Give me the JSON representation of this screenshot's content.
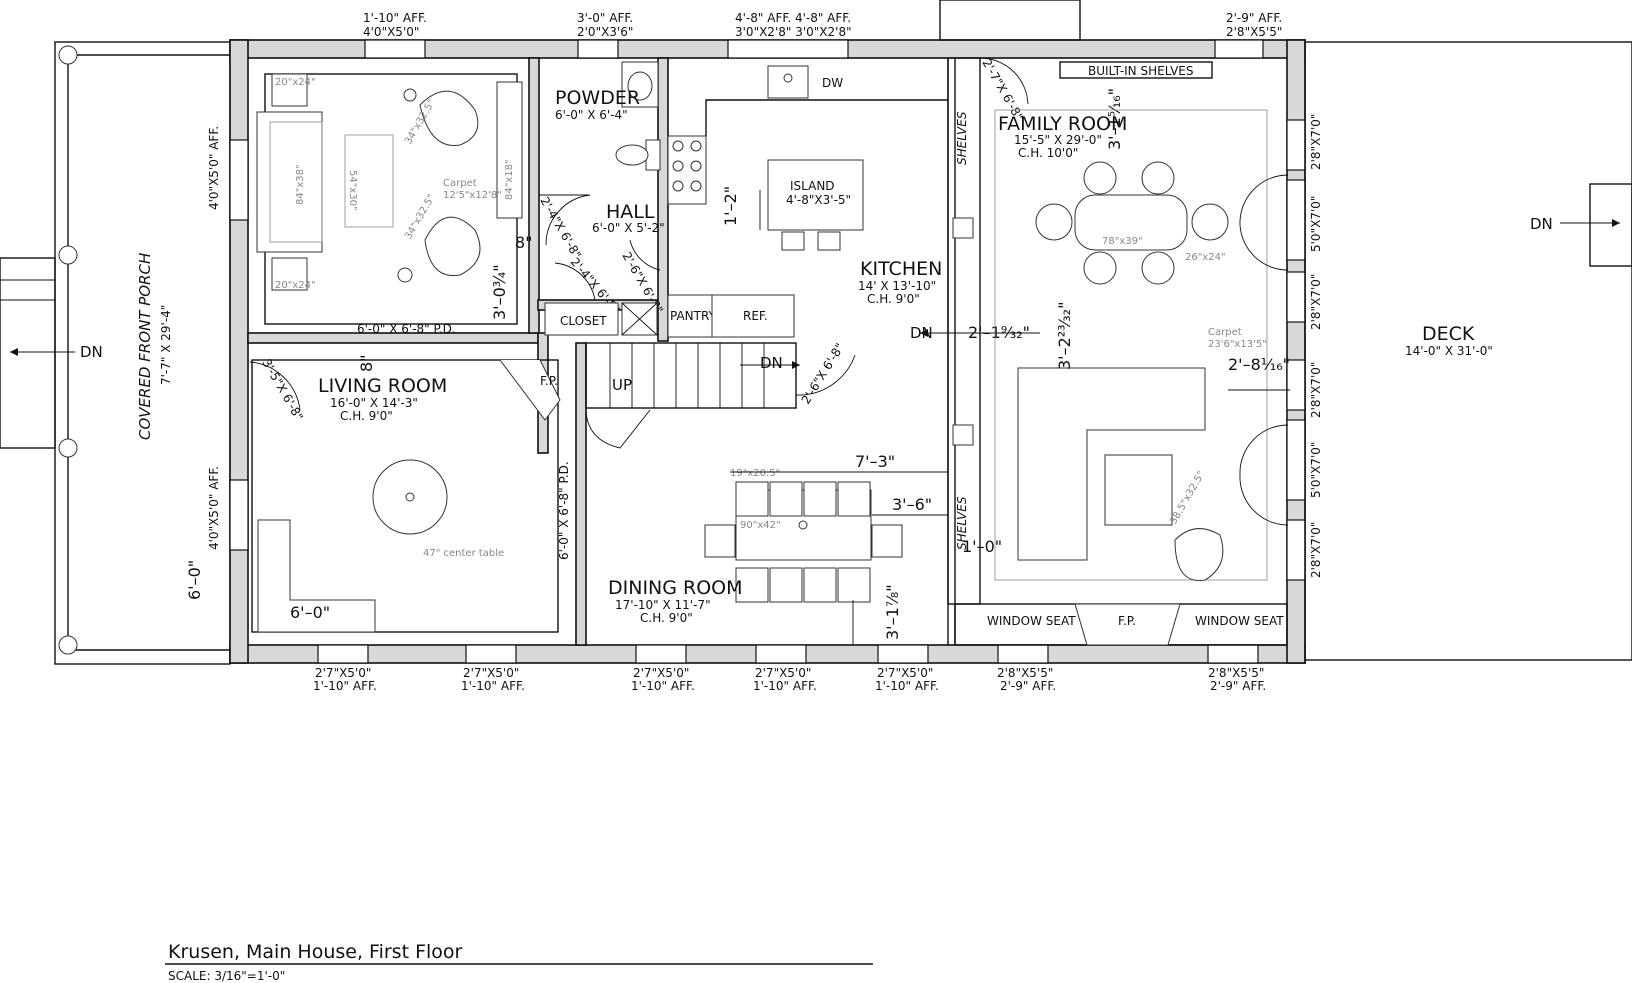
{
  "rooms": {
    "powder": {
      "name": "POWDER",
      "size": "6'-0\" X 6'-4\""
    },
    "hall": {
      "name": "HALL",
      "size": "6'-0\" X 5'-2\""
    },
    "kitchen": {
      "name": "KITCHEN",
      "size": "14' X 13'-10\"",
      "ch": "C.H. 9'0\""
    },
    "family_room": {
      "name": "FAMILY ROOM",
      "size": "15'-5\" X 29'-0\"",
      "ch": "C.H. 10'0\""
    },
    "living_room": {
      "name": "LIVING ROOM",
      "size": "16'-0\" X 14'-3\"",
      "ch": "C.H. 9'0\""
    },
    "dining_room": {
      "name": "DINING ROOM",
      "size": "17'-10\" X 11'-7\"",
      "ch": "C.H. 9'0\""
    },
    "deck": {
      "name": "DECK",
      "size": "14'-0\" X 31'-0\""
    },
    "porch": {
      "name": "COVERED FRONT PORCH",
      "size": "7'-7\" X 29'-4\""
    },
    "closet": "CLOSET",
    "pantry": "PANTRY",
    "ref": "REF.",
    "fp_living": "F.P.",
    "fp_family": "F.P.",
    "island": {
      "name": "ISLAND",
      "size": "4'-8\"X3'-5\""
    },
    "dw": "DW",
    "built_in": "BUILT-IN SHELVES",
    "shelves_top": "SHELVES",
    "shelves_bottom": "SHELVES",
    "window_seat_left": "WINDOW SEAT",
    "window_seat_right": "WINDOW SEAT"
  },
  "stairs": {
    "up": "UP",
    "dn_inner": "DN",
    "dn_porch": "DN",
    "dn_kitchen": "DN",
    "dn_deck": "DN"
  },
  "top_windows": [
    {
      "aff": "1'-10\" AFF.",
      "size": "4'0\"X5'0\""
    },
    {
      "aff": "3'-0\" AFF.",
      "size": "2'0\"X3'6\""
    },
    {
      "aff": "4'-8\" AFF. 4'-8\" AFF.",
      "size": "3'0\"X2'8\" 3'0\"X2'8\""
    },
    {
      "aff": "2'-9\" AFF.",
      "size": "2'8\"X5'5\""
    }
  ],
  "bottom_windows": [
    {
      "size": "2'7\"X5'0\"",
      "aff": "1'-10\" AFF."
    },
    {
      "size": "2'7\"X5'0\"",
      "aff": "1'-10\" AFF."
    },
    {
      "size": "2'7\"X5'0\"",
      "aff": "1'-10\" AFF."
    },
    {
      "size": "2'7\"X5'0\"",
      "aff": "1'-10\" AFF."
    },
    {
      "size": "2'7\"X5'0\"",
      "aff": "1'-10\" AFF."
    },
    {
      "size": "2'8\"X5'5\"",
      "aff": "2'-9\" AFF."
    },
    {
      "size": "2'8\"X5'5\"",
      "aff": "2'-9\" AFF."
    }
  ],
  "right_windows": [
    "2'8\"X7'0\"",
    "5'0\"X7'0\"",
    "2'8\"X7'0\"",
    "2'8\"X7'0\"",
    "5'0\"X7'0\"",
    "2'8\"X7'0\""
  ],
  "left_windows": [
    "4'0\"X5'0\" AFF.",
    "4'0\"X5'0\" AFF."
  ],
  "doors": {
    "pd_top": "6'-0\" X 6'-8\" P.D.",
    "pd_side": "6'-0\" X 6'-8\" P.D.",
    "living_door": "3'-5\"X 6'-8\"",
    "hall_door1": "2'-4\"X 6'-8\"",
    "hall_door2": "2'-4\"X 6'-8\"",
    "hall_door3": "2'-6\"X 6'-8\"",
    "family_door": "2'-7\"X 6'-8\"",
    "stair_door": "2'-6\"X 6'-8\""
  },
  "dimensions": {
    "d_7_3": "7'–3\"",
    "d_3_6": "3'–6\"",
    "d_1_0": "1'–0\"",
    "d_1_2": "1'–2\"",
    "d_6_0v": "6'–0\"",
    "d_6_0h": "6'–0\"",
    "d_2_9_32": "2'–1⁹⁄₃₂\"",
    "d_3_2_23_32": "3'–2²³⁄₃₂\"",
    "d_2_8_1_16": "2'–8¹⁄₁₆\"",
    "d_3_0_3_4": "3'–0¾\"",
    "d_3_1_7_8": "3'–1⅞\"",
    "d_3_1_16": "3'–1⁵⁄₁₆\"",
    "d_8a": "8\"",
    "d_8b": "8\""
  },
  "furniture_labels": {
    "carpet_living_top": "Carpet",
    "carpet_living_top_size": "12'5\"x12'8\"",
    "sofa": "84\"x38\"",
    "table": "54\"x30\"",
    "chair1": "34\"x32.5\"",
    "chair2": "34\"x32.5\"",
    "console": "84\"x18\"",
    "side1": "20\"x24\"",
    "side2": "20\"x24\"",
    "center_table": "47\" center table",
    "dining_chair": "19\"x20.5\"",
    "dining_table": "90\"x42\"",
    "family_table": "78\"x39\"",
    "family_side": "26\"x24\"",
    "family_carpet": "Carpet",
    "family_carpet_size": "23'6\"x13'5\"",
    "family_chair": "38.5\"x32.5\""
  },
  "title": {
    "text": "Krusen, Main House, First Floor",
    "scale": "SCALE: 3/16\"=1'-0\""
  }
}
